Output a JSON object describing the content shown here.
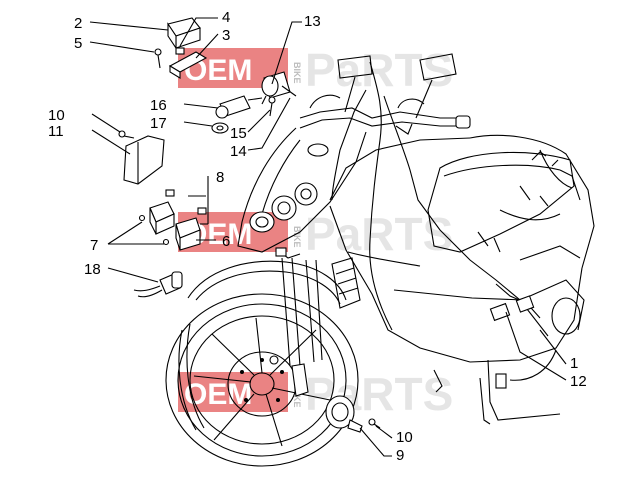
{
  "watermark": {
    "oem": "OEM",
    "bike": "BIKE",
    "parts": "PaRTS"
  },
  "callouts": [
    {
      "id": "c2",
      "label": "2"
    },
    {
      "id": "c5",
      "label": "5"
    },
    {
      "id": "c4",
      "label": "4"
    },
    {
      "id": "c3",
      "label": "3"
    },
    {
      "id": "c13",
      "label": "13"
    },
    {
      "id": "c10a",
      "label": "10"
    },
    {
      "id": "c11",
      "label": "11"
    },
    {
      "id": "c16",
      "label": "16"
    },
    {
      "id": "c17",
      "label": "17"
    },
    {
      "id": "c15",
      "label": "15"
    },
    {
      "id": "c14",
      "label": "14"
    },
    {
      "id": "c8",
      "label": "8"
    },
    {
      "id": "c7",
      "label": "7"
    },
    {
      "id": "c6",
      "label": "6"
    },
    {
      "id": "c18",
      "label": "18"
    },
    {
      "id": "c1",
      "label": "1"
    },
    {
      "id": "c12",
      "label": "12"
    },
    {
      "id": "c10b",
      "label": "10"
    },
    {
      "id": "c9",
      "label": "9"
    }
  ]
}
